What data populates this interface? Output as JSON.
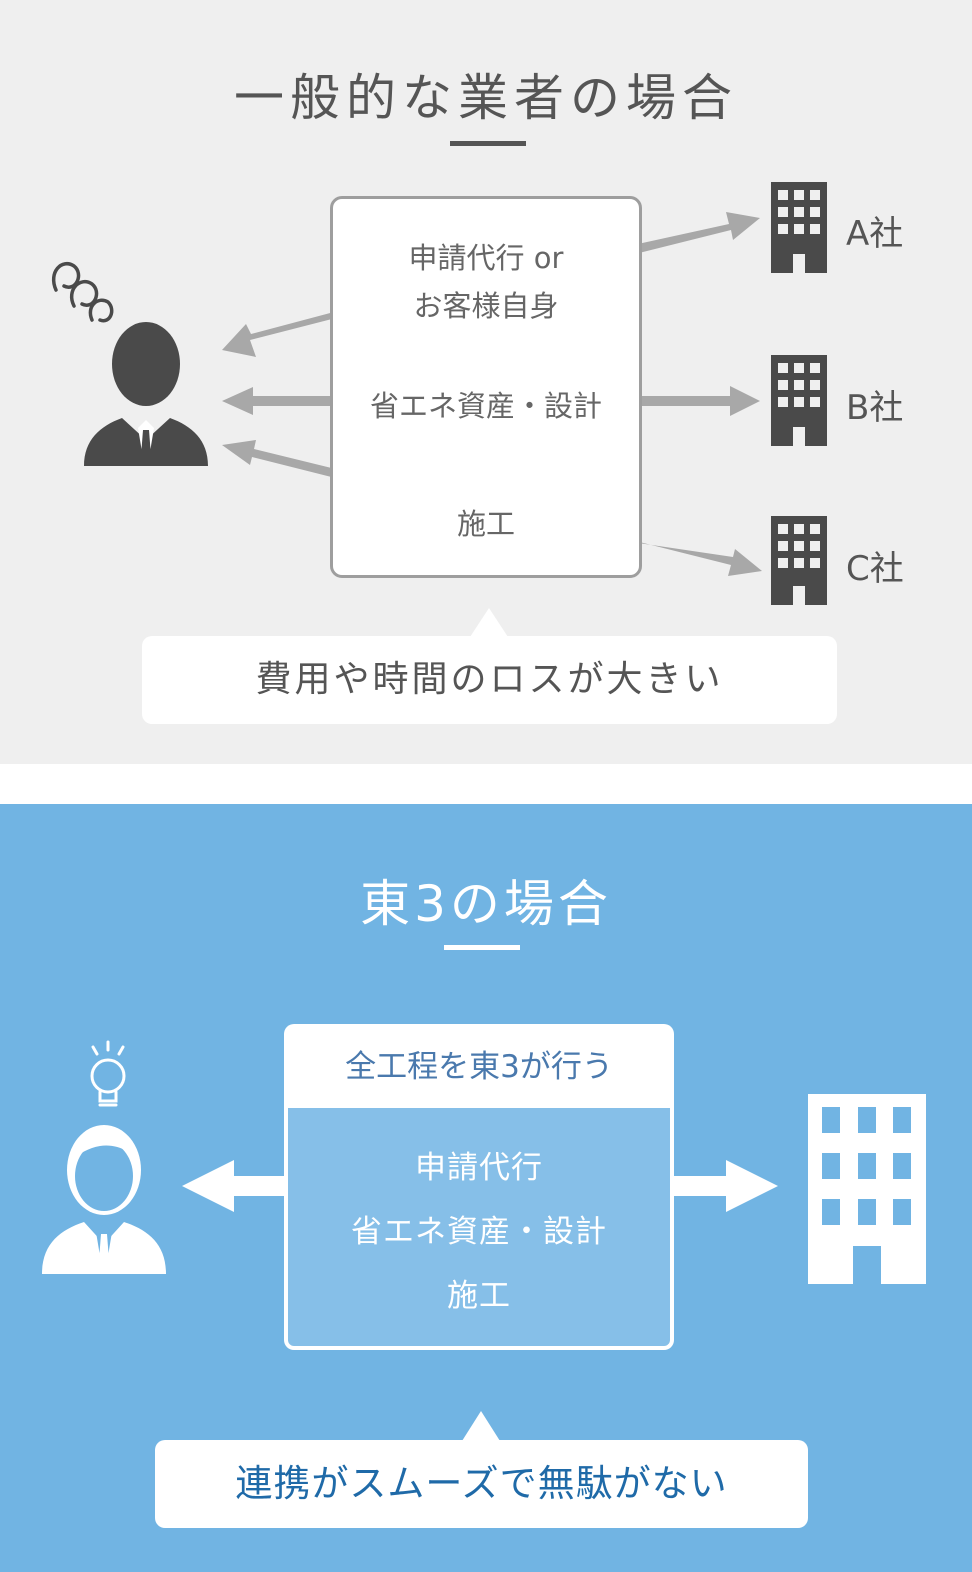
{
  "general": {
    "title": "一般的な業者の場合",
    "box_lines": {
      "l1": "申請代行 or",
      "l2": "お客様自身",
      "l3": "省エネ資産・設計",
      "l4": "施工"
    },
    "companies": [
      "A社",
      "B社",
      "C社"
    ],
    "bubble": "費用や時間のロスが大きい",
    "colors": {
      "background": "#efefef",
      "arrow": "#a8a8a8",
      "icon": "#4a4a4a"
    },
    "icons": [
      "confused-swirl-icon",
      "businessman-icon",
      "building-icon"
    ]
  },
  "tosan": {
    "title": "東3の場合",
    "box_header": "全工程を東3が行う",
    "box_lines": {
      "l1": "申請代行",
      "l2": "省エネ資産・設計",
      "l3": "施工"
    },
    "bubble": "連携がスムーズで無駄がない",
    "colors": {
      "background": "#71b4e3",
      "box_body": "#86bfe8",
      "text_accent": "#1f6aa8"
    },
    "icons": [
      "lightbulb-icon",
      "businessman-icon",
      "building-icon"
    ]
  }
}
